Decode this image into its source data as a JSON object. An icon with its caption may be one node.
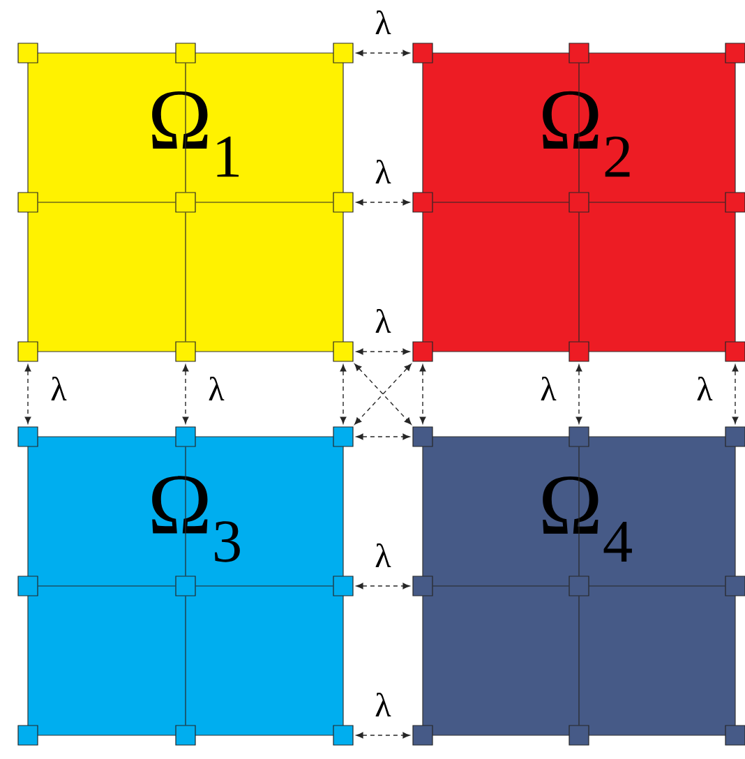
{
  "diagram": {
    "nodes": [
      {
        "text": [
          "Ω$_{1}$"
        ]
      },
      {
        "text": [
          "Ω$_{2}$"
        ]
      },
      {
        "text": [
          "Ω$_{3}$"
        ]
      },
      {
        "text": [
          "Ω$_{4}$"
        ]
      },
      {
        "text": [],
        "shape": "box",
        "in": 0
      },
      {
        "text": [],
        "shape": "box",
        "in": 0
      },
      {
        "text": [],
        "shape": "box",
        "in": 0
      },
      {
        "text": [],
        "shape": "box",
        "in": 0
      },
      {
        "text": [],
        "shape": "box",
        "in": 0
      },
      {
        "text": [],
        "shape": "box",
        "in": 0
      },
      {
        "text": [],
        "shape": "box",
        "in": 0
      },
      {
        "text": [],
        "shape": "box",
        "in": 0
      },
      {
        "text": [],
        "shape": "box",
        "in": 0
      },
      {
        "text": [],
        "shape": "box",
        "in": 1
      },
      {
        "text": [],
        "shape": "box",
        "in": 1
      },
      {
        "text": [],
        "shape": "box",
        "in": 1
      },
      {
        "text": [],
        "shape": "box",
        "in": 1
      },
      {
        "text": [],
        "shape": "box",
        "in": 1
      },
      {
        "text": [],
        "shape": "box",
        "in": 1
      },
      {
        "text": [],
        "shape": "box",
        "in": 1
      },
      {
        "text": [],
        "shape": "box",
        "in": 1
      },
      {
        "text": [],
        "shape": "box",
        "in": 1
      },
      {
        "text": [],
        "shape": "box",
        "in": 2
      },
      {
        "text": [],
        "shape": "box",
        "in": 2
      },
      {
        "text": [],
        "shape": "box",
        "in": 2
      },
      {
        "text": [],
        "shape": "box",
        "in": 2
      },
      {
        "text": [],
        "shape": "box",
        "in": 2
      },
      {
        "text": [],
        "shape": "box",
        "in": 2
      },
      {
        "text": [],
        "shape": "box",
        "in": 2
      },
      {
        "text": [],
        "shape": "box",
        "in": 2
      },
      {
        "text": [],
        "shape": "box",
        "in": 2
      },
      {
        "text": [],
        "shape": "box",
        "in": 3
      },
      {
        "text": [],
        "shape": "box",
        "in": 3
      },
      {
        "text": [],
        "shape": "box",
        "in": 3
      },
      {
        "text": [],
        "shape": "box",
        "in": 3
      },
      {
        "text": [],
        "shape": "box",
        "in": 3
      },
      {
        "text": [],
        "shape": "box",
        "in": 3
      },
      {
        "text": [],
        "shape": "box",
        "in": 3
      },
      {
        "text": [],
        "shape": "box",
        "in": 3
      },
      {
        "text": [],
        "shape": "box",
        "in": 3
      }
    ],
    "edges": [
      {
        "from": 6,
        "to": 13,
        "arrow": "both",
        "style": "dashed",
        "label": "λ"
      },
      {
        "from": 9,
        "to": 16,
        "arrow": "both",
        "style": "dashed",
        "label": "λ"
      },
      {
        "from": 12,
        "to": 19,
        "arrow": "both",
        "style": "dashed",
        "label": "λ"
      },
      {
        "from": 10,
        "to": 22,
        "arrow": "both",
        "style": "dashed",
        "label": "λ"
      },
      {
        "from": 11,
        "to": 23,
        "arrow": "both",
        "style": "dashed",
        "label": "λ"
      },
      {
        "from": 12,
        "to": 24,
        "arrow": "both",
        "style": "dashed"
      },
      {
        "from": 19,
        "to": 31,
        "arrow": "both",
        "style": "dashed"
      },
      {
        "from": 20,
        "to": 32,
        "arrow": "both",
        "style": "dashed",
        "label": "λ"
      },
      {
        "from": 21,
        "to": 33,
        "arrow": "both",
        "style": "dashed",
        "label": "λ"
      },
      {
        "from": 12,
        "to": 31,
        "arrow": "both",
        "style": "dashed"
      },
      {
        "from": 19,
        "to": 24,
        "arrow": "both",
        "style": "dashed"
      },
      {
        "from": 24,
        "to": 31,
        "arrow": "both",
        "style": "dashed"
      },
      {
        "from": 27,
        "to": 34,
        "arrow": "both",
        "style": "dashed",
        "label": "λ"
      },
      {
        "from": 30,
        "to": 37,
        "arrow": "both",
        "style": "dashed",
        "label": "λ"
      },
      {
        "from": 5,
        "to": 8,
        "arrow": "none"
      },
      {
        "from": 7,
        "to": 8,
        "arrow": "none"
      },
      {
        "from": 8,
        "to": 9,
        "arrow": "none"
      },
      {
        "from": 8,
        "to": 11,
        "arrow": "none"
      },
      {
        "from": 14,
        "to": 17,
        "arrow": "none"
      },
      {
        "from": 16,
        "to": 17,
        "arrow": "none"
      },
      {
        "from": 17,
        "to": 18,
        "arrow": "none"
      },
      {
        "from": 17,
        "to": 20,
        "arrow": "none"
      },
      {
        "from": 23,
        "to": 26,
        "arrow": "none"
      },
      {
        "from": 25,
        "to": 26,
        "arrow": "none"
      },
      {
        "from": 26,
        "to": 27,
        "arrow": "none"
      },
      {
        "from": 26,
        "to": 29,
        "arrow": "none"
      },
      {
        "from": 32,
        "to": 35,
        "arrow": "none"
      },
      {
        "from": 34,
        "to": 35,
        "arrow": "none"
      },
      {
        "from": 35,
        "to": 36,
        "arrow": "none"
      },
      {
        "from": 35,
        "to": 38,
        "arrow": "none"
      }
    ]
  }
}
